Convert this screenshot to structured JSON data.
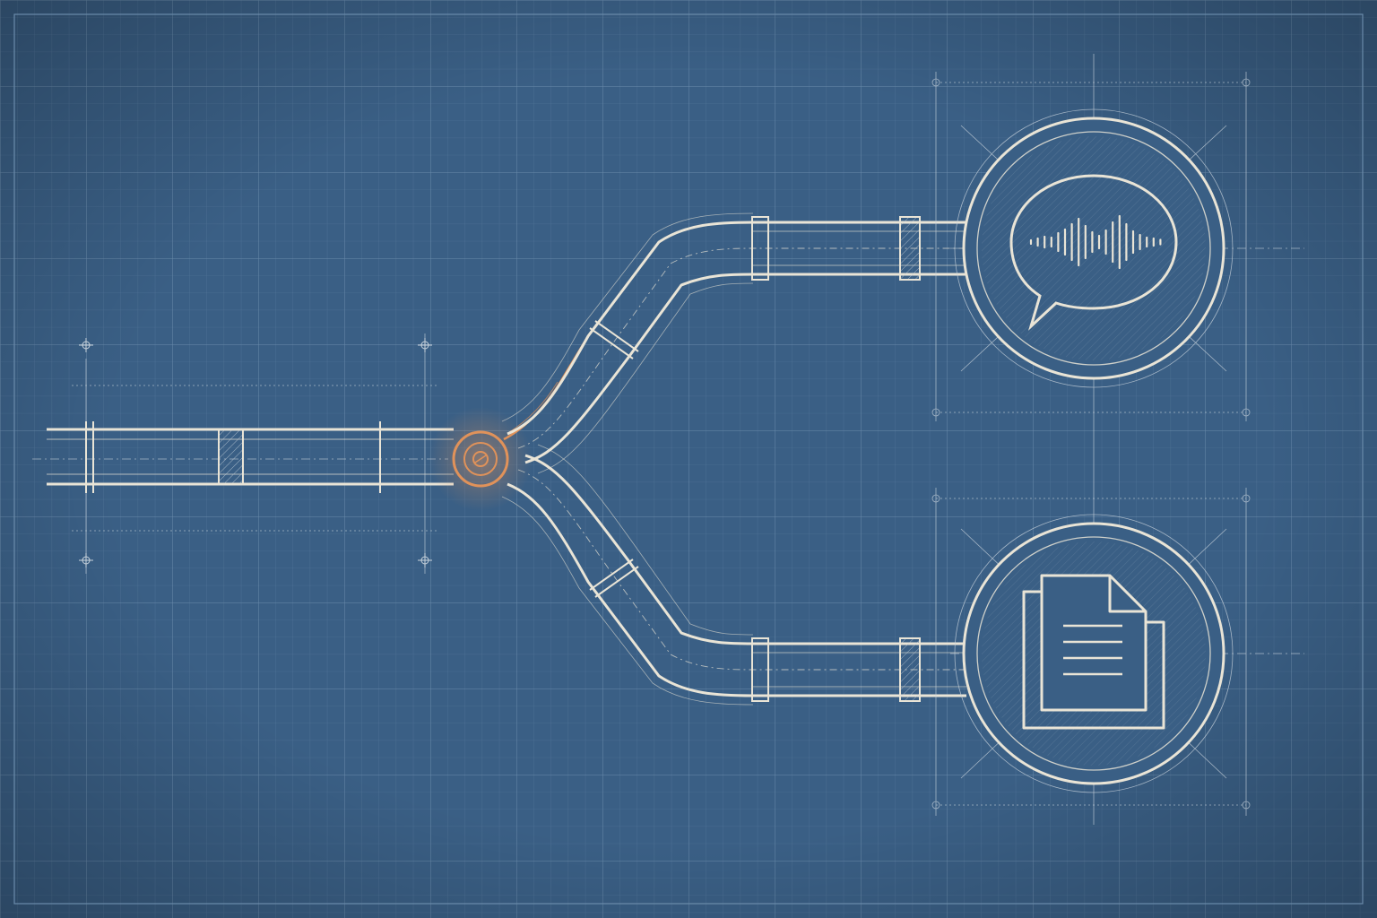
{
  "colors": {
    "paper": "#3a5f85",
    "paper_dark": "#2e4e72",
    "grid_minor": "#56789b",
    "grid_major": "#6a8bab",
    "line": "#e9e4d6",
    "line_faint": "#c9d3dc",
    "highlight": "#e0925a"
  },
  "diagram": {
    "source": {
      "name": "input-pipe",
      "label": ""
    },
    "junction": {
      "name": "splitter-valve",
      "highlighted": true
    },
    "outputs": [
      {
        "name": "audio-output",
        "icon": "speech-bubble-waveform-icon",
        "label": ""
      },
      {
        "name": "document-output",
        "icon": "document-stack-icon",
        "label": ""
      }
    ]
  }
}
